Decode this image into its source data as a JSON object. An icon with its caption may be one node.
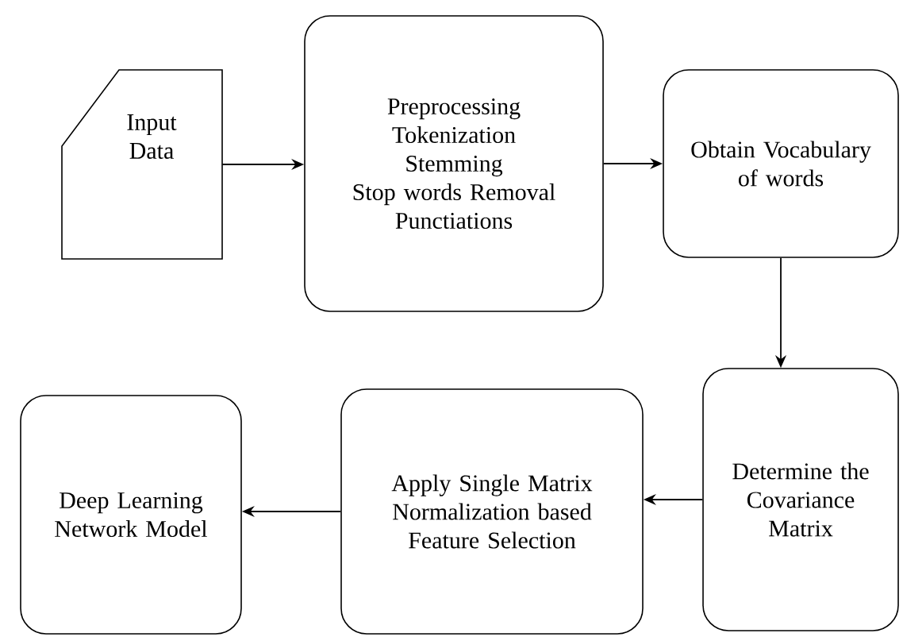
{
  "diagram": {
    "nodes": [
      {
        "text": [
          "Input Data"
        ]
      },
      {
        "text": [
          "Preprocessing",
          "Tokenization",
          "Stemming",
          "Stop words Removal",
          "Punctiations"
        ]
      },
      {
        "text": [
          "Obtain Vocabulary of words"
        ]
      },
      {
        "text": [
          "Determine the Covariance Matrix"
        ]
      },
      {
        "text": [
          "Apply Single Matrix Normalization based Feature Selection"
        ]
      },
      {
        "text": [
          "Deep Learning Network Model"
        ]
      }
    ],
    "edges": [
      {
        "from": 0,
        "to": 1,
        "arrow": "to"
      },
      {
        "from": 1,
        "to": 2,
        "arrow": "to"
      },
      {
        "from": 2,
        "to": 3,
        "arrow": "to"
      },
      {
        "from": 3,
        "to": 4,
        "arrow": "to"
      },
      {
        "from": 4,
        "to": 5,
        "arrow": "to"
      }
    ]
  }
}
